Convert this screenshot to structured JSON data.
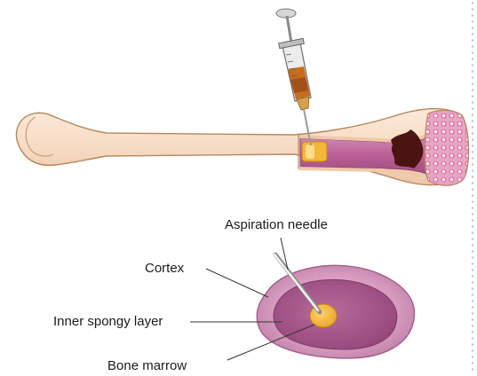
{
  "labels": {
    "aspiration_needle": "Aspiration needle",
    "cortex": "Cortex",
    "inner_spongy_layer": "Inner spongy layer",
    "bone_marrow": "Bone marrow"
  },
  "colors": {
    "bone_cortex": "#f6ddc6",
    "bone_outline": "#b6865f",
    "marrow_cavity": "#c06a9c",
    "spongy_layer": "#b46c96",
    "inner_marrow": "#a45a86",
    "marrow_sample": "#f3b53a",
    "dark_tissue": "#4a1410",
    "syringe_fluid": "#c76c1f",
    "needle": "#9a9a9a"
  }
}
